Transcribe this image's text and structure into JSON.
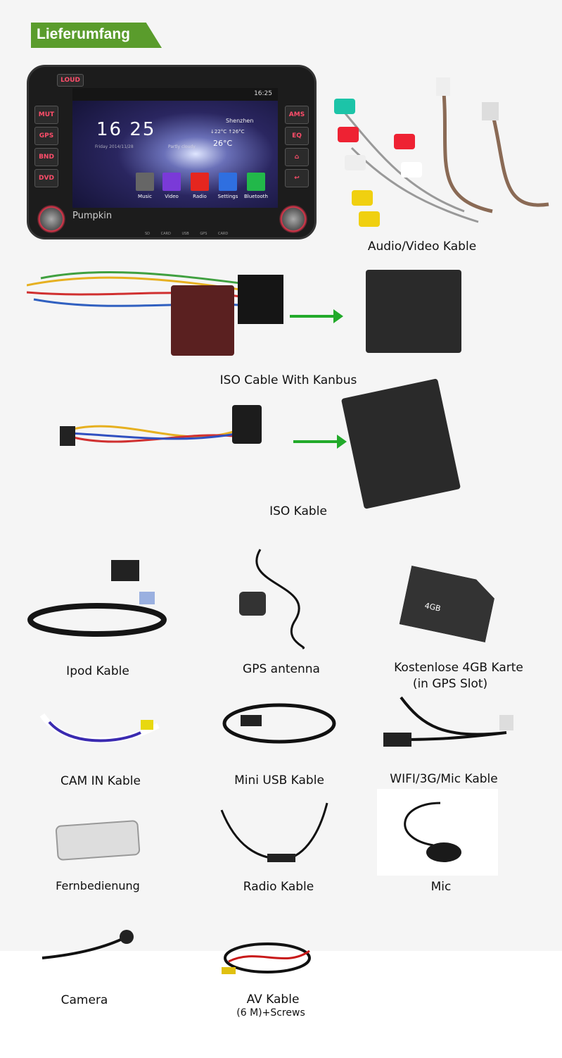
{
  "header": {
    "title": "Lieferumfang"
  },
  "head_unit": {
    "brand": "Pumpkin",
    "buttons_left": [
      "MUT",
      "GPS",
      "BND",
      "DVD"
    ],
    "buttons_right": [
      "AMS",
      "EQ"
    ],
    "loud_label": "LOUD",
    "status_time": "16:25",
    "clock": "16 25",
    "date": "Friday 2014/11/28",
    "city": "Shenzhen",
    "temp_range": "↓22°C ↑26°C",
    "weather": "Partly cloudy",
    "temp": "26°C",
    "apps": [
      "Music",
      "Video",
      "Radio",
      "Settings",
      "Bluetooth"
    ],
    "ports": [
      "SD CARD",
      "USB",
      "GPS CARD"
    ]
  },
  "items": {
    "av": "Audio/Video Kable",
    "iso_canbus": "ISO Cable With  Kanbus",
    "iso": "ISO Kable",
    "ipod": "Ipod Kable",
    "gps": "GPS antenna",
    "card": "Kostenlose 4GB Karte",
    "card_note": "(in GPS Slot)",
    "card_size": "4GB",
    "cam_in": "CAM IN Kable",
    "mini_usb": "Mini USB Kable",
    "wifi": "WIFI/3G/Mic Kable",
    "remote": "Fernbedienung",
    "radio": "Radio Kable",
    "mic": "Mic",
    "camera": "Camera",
    "av2": "AV Kable",
    "av2_note": "(6 M)+Screws"
  }
}
